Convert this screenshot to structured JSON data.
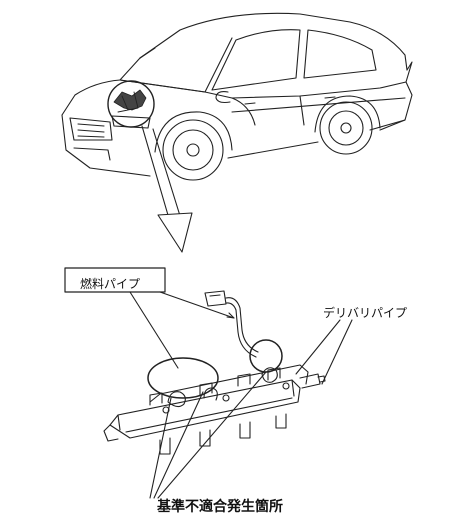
{
  "labels": {
    "fuel_pipe": "燃料パイプ",
    "delivery_pipe": "デリバリパイプ",
    "defect_location": "基準不適合発生箇所"
  },
  "colors": {
    "line": "#222222",
    "background": "#ffffff"
  }
}
